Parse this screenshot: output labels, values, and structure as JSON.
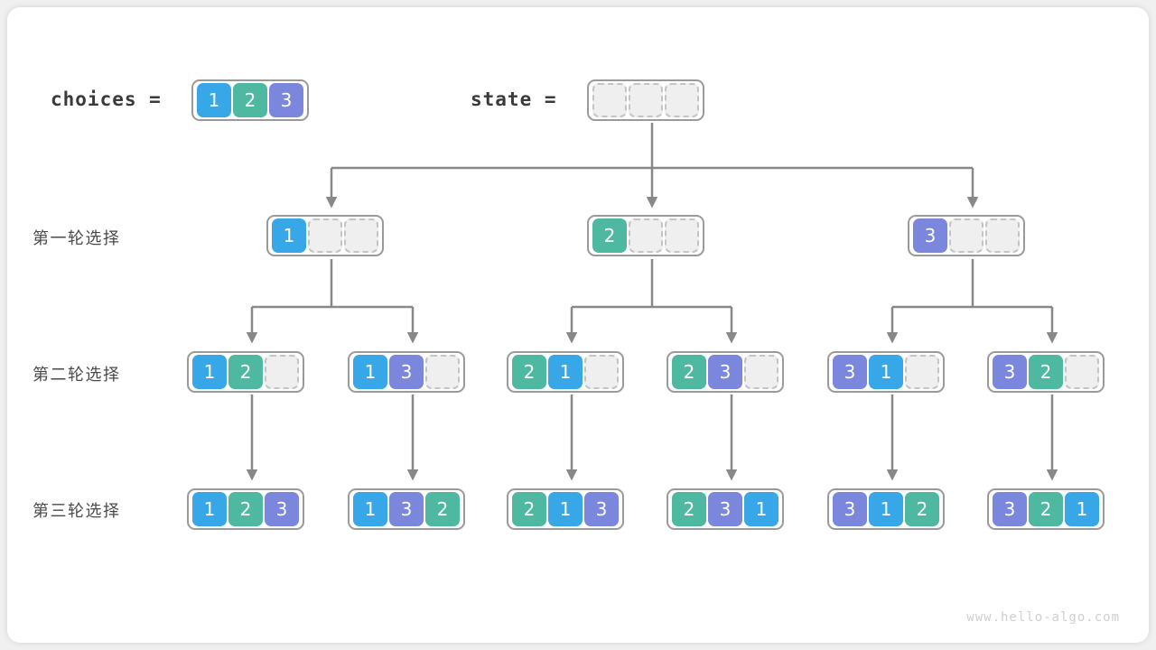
{
  "page": {
    "watermark": "www.hello-algo.com",
    "background": "#f0f0f0",
    "card_background": "#ffffff"
  },
  "palette": {
    "value_1": "#37a7e8",
    "value_2": "#4fb8a0",
    "value_3": "#7b87dd",
    "empty_cell": "#efefef",
    "empty_border": "#c4c4c4",
    "array_border": "#9a9a9a",
    "connector": "#888888",
    "text": "#3a3a3a"
  },
  "header": {
    "choices_label": "choices =",
    "state_label": "state =",
    "choices_values": [
      "1",
      "2",
      "3"
    ],
    "state_values": [
      "",
      "",
      ""
    ]
  },
  "rows": [
    {
      "label": "第一轮选择",
      "nodes": [
        {
          "cells": [
            "1",
            "",
            ""
          ]
        },
        {
          "cells": [
            "2",
            "",
            ""
          ]
        },
        {
          "cells": [
            "3",
            "",
            ""
          ]
        }
      ]
    },
    {
      "label": "第二轮选择",
      "nodes": [
        {
          "cells": [
            "1",
            "2",
            ""
          ]
        },
        {
          "cells": [
            "1",
            "3",
            ""
          ]
        },
        {
          "cells": [
            "2",
            "1",
            ""
          ]
        },
        {
          "cells": [
            "2",
            "3",
            ""
          ]
        },
        {
          "cells": [
            "3",
            "1",
            ""
          ]
        },
        {
          "cells": [
            "3",
            "2",
            ""
          ]
        }
      ]
    },
    {
      "label": "第三轮选择",
      "nodes": [
        {
          "cells": [
            "1",
            "2",
            "3"
          ]
        },
        {
          "cells": [
            "1",
            "3",
            "2"
          ]
        },
        {
          "cells": [
            "2",
            "1",
            "3"
          ]
        },
        {
          "cells": [
            "2",
            "3",
            "1"
          ]
        },
        {
          "cells": [
            "3",
            "1",
            "2"
          ]
        },
        {
          "cells": [
            "3",
            "2",
            "1"
          ]
        }
      ]
    }
  ]
}
